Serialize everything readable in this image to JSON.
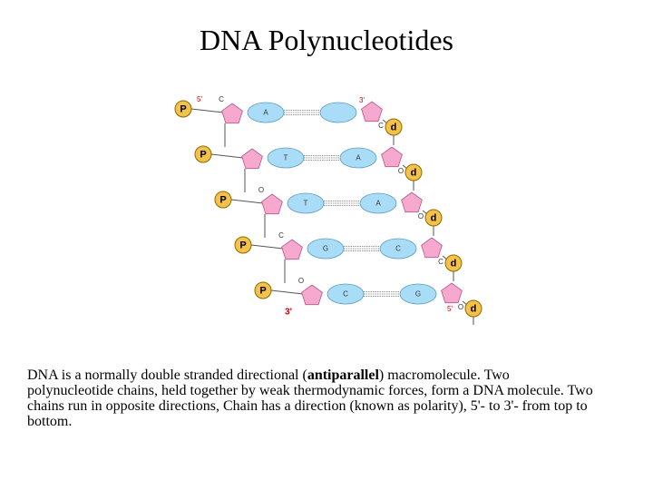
{
  "slide": {
    "title": "DNA Polynucleotides",
    "body_part1": "DNA is a normally double stranded directional (",
    "body_bold": "antiparallel",
    "body_part2": ") macromolecule. Two polynucleotide chains, held together by weak thermodynamic forces, form a DNA molecule. Two chains run in opposite directions, Chain has a direction (known as polarity), 5'- to 3'- from top to bottom."
  },
  "figure": {
    "colors": {
      "sugar": "#f7a8cf",
      "base": "#a8dcf7",
      "phosphate_fill": "#f4c24a",
      "phosphate_stroke": "#8a6a00",
      "end_label": "#cc0000",
      "strand_line": "#555555",
      "hbond": "#333333"
    },
    "left_strand": {
      "end_top": "5'",
      "end_bottom": "3'",
      "phosphate_label": "P",
      "units": [
        {
          "link": "C",
          "base": "A"
        },
        {
          "link": "",
          "base": "T"
        },
        {
          "link": "O",
          "base": "T"
        },
        {
          "link": "C",
          "base": "G"
        },
        {
          "link": "O",
          "base": "C"
        }
      ]
    },
    "right_strand": {
      "end_top": "3'",
      "end_bottom": "5'",
      "deoxy_label": "d",
      "units": [
        {
          "link": "C",
          "base": ""
        },
        {
          "link": "O",
          "base": "A"
        },
        {
          "link": "O",
          "base": "A"
        },
        {
          "link": "C",
          "base": "C"
        },
        {
          "link": "O",
          "base": "G"
        }
      ]
    }
  }
}
